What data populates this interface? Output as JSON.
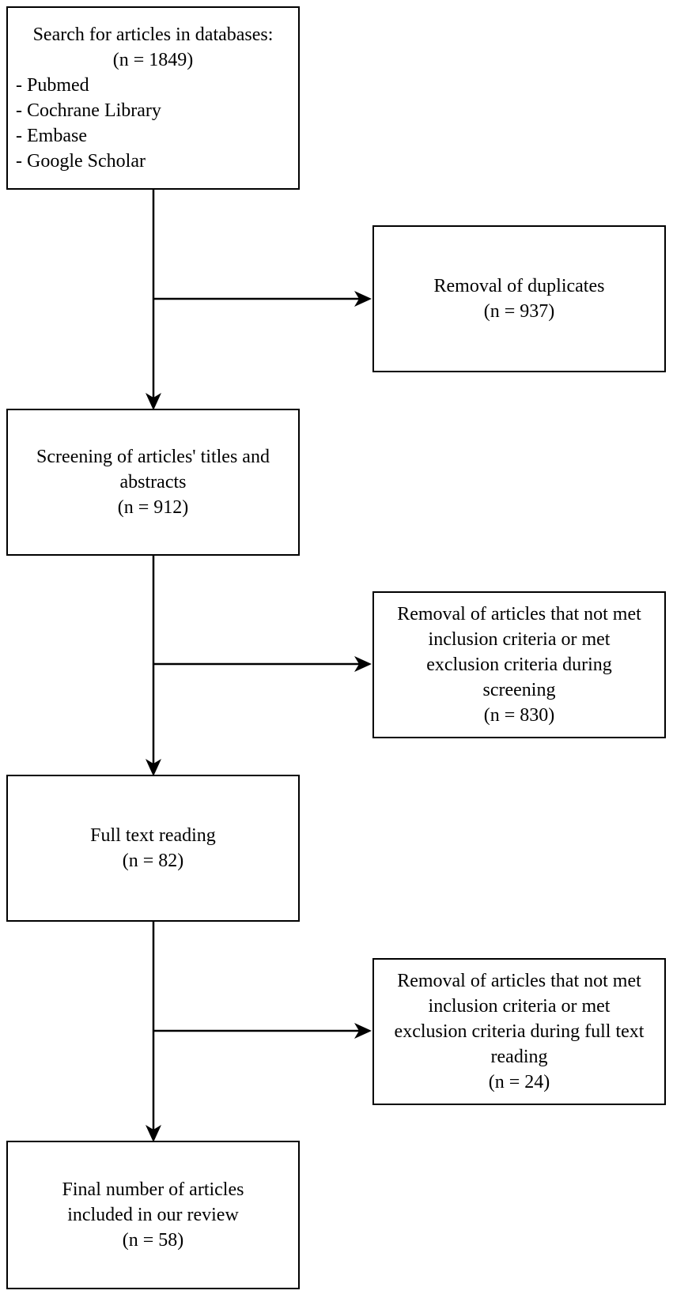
{
  "boxes": {
    "search": {
      "title": "Search for articles in databases:",
      "count": "(n = 1849)",
      "items": [
        "- Pubmed",
        "- Cochrane Library",
        "- Embase",
        "- Google Scholar"
      ]
    },
    "duplicates": {
      "lines": [
        "Removal of duplicates"
      ],
      "count": "(n = 937)"
    },
    "screening": {
      "lines": [
        "Screening of articles' titles and",
        "abstracts"
      ],
      "count": "(n = 912)"
    },
    "excluded_screening": {
      "lines": [
        "Removal of articles that not met",
        "inclusion criteria or met",
        "exclusion criteria during",
        "screening"
      ],
      "count": "(n = 830)"
    },
    "full_text": {
      "lines": [
        "Full text reading"
      ],
      "count": "(n = 82)"
    },
    "excluded_full_text": {
      "lines": [
        "Removal of articles that not met",
        "inclusion criteria or met",
        "exclusion criteria during full text",
        "reading"
      ],
      "count": "(n = 24)"
    },
    "final": {
      "lines": [
        "Final number of articles",
        "included in our review"
      ],
      "count": "(n = 58)"
    }
  },
  "colors": {
    "stroke": "#000000",
    "background": "#ffffff"
  }
}
